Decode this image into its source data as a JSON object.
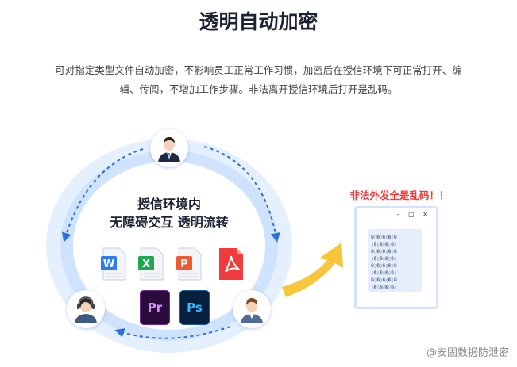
{
  "title": "透明自动加密",
  "description_line1": "可对指定类型文件自动加密，不影响员工正常工作习惯，加密后在授信环境下可正常打开、编",
  "description_line2": "辑、传阅，不增加工作步骤。非法离开授信环境后打开是乱码。",
  "diagram": {
    "heading_line1": "授信环境内",
    "heading_line2": "无障碍交互 透明流转",
    "files": [
      {
        "icon": "word-icon",
        "letter": "W",
        "color": "#2d7cf0"
      },
      {
        "icon": "excel-icon",
        "letter": "X",
        "color": "#1fa84f"
      },
      {
        "icon": "ppt-icon",
        "letter": "P",
        "color": "#f05a32"
      },
      {
        "icon": "pdf-icon",
        "letter": "",
        "color": "#f03c3c"
      }
    ],
    "apps": [
      {
        "icon": "premiere-icon",
        "label": "Pr"
      },
      {
        "icon": "photoshop-icon",
        "label": "Ps"
      }
    ]
  },
  "warning": "非法外发全是乱码！！",
  "window_controls": "– ▢ ✕",
  "garbled_text": "�▯�▯�▯�▯�\n▯�▯�▯�▯�▯\n�▯�▯�▯�▯�\n▯�▯�▯�▯�▯\n�▯�▯�▯�▯�\n▯�▯�▯�▯�▯\n�▯�▯�▯�▯�\n▯�▯�▯�▯�▯",
  "watermark": "@安固数据防泄密",
  "colors": {
    "accent": "#2d6fd8",
    "warning": "#f03838",
    "arrow": "#f8c63a"
  }
}
